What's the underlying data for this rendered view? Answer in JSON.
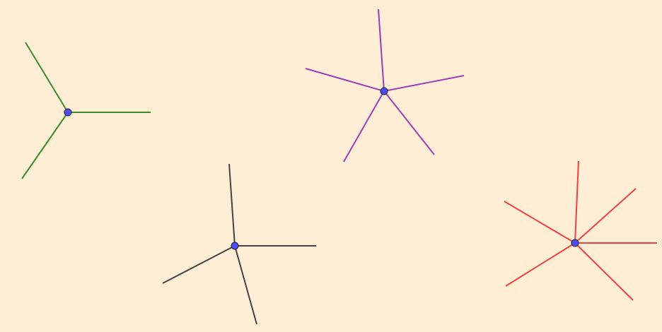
{
  "canvas": {
    "background": "#ffeed6"
  },
  "point_color": "#4d4dff",
  "stars": [
    {
      "id": "star-3-rays",
      "ray_count": 3,
      "color": "#3e8a2f"
    },
    {
      "id": "star-5-rays",
      "ray_count": 5,
      "color": "#9c3fb5"
    },
    {
      "id": "star-4-rays",
      "ray_count": 4,
      "color": "#444444"
    },
    {
      "id": "star-6-rays",
      "ray_count": 6,
      "color": "#f04040"
    }
  ]
}
